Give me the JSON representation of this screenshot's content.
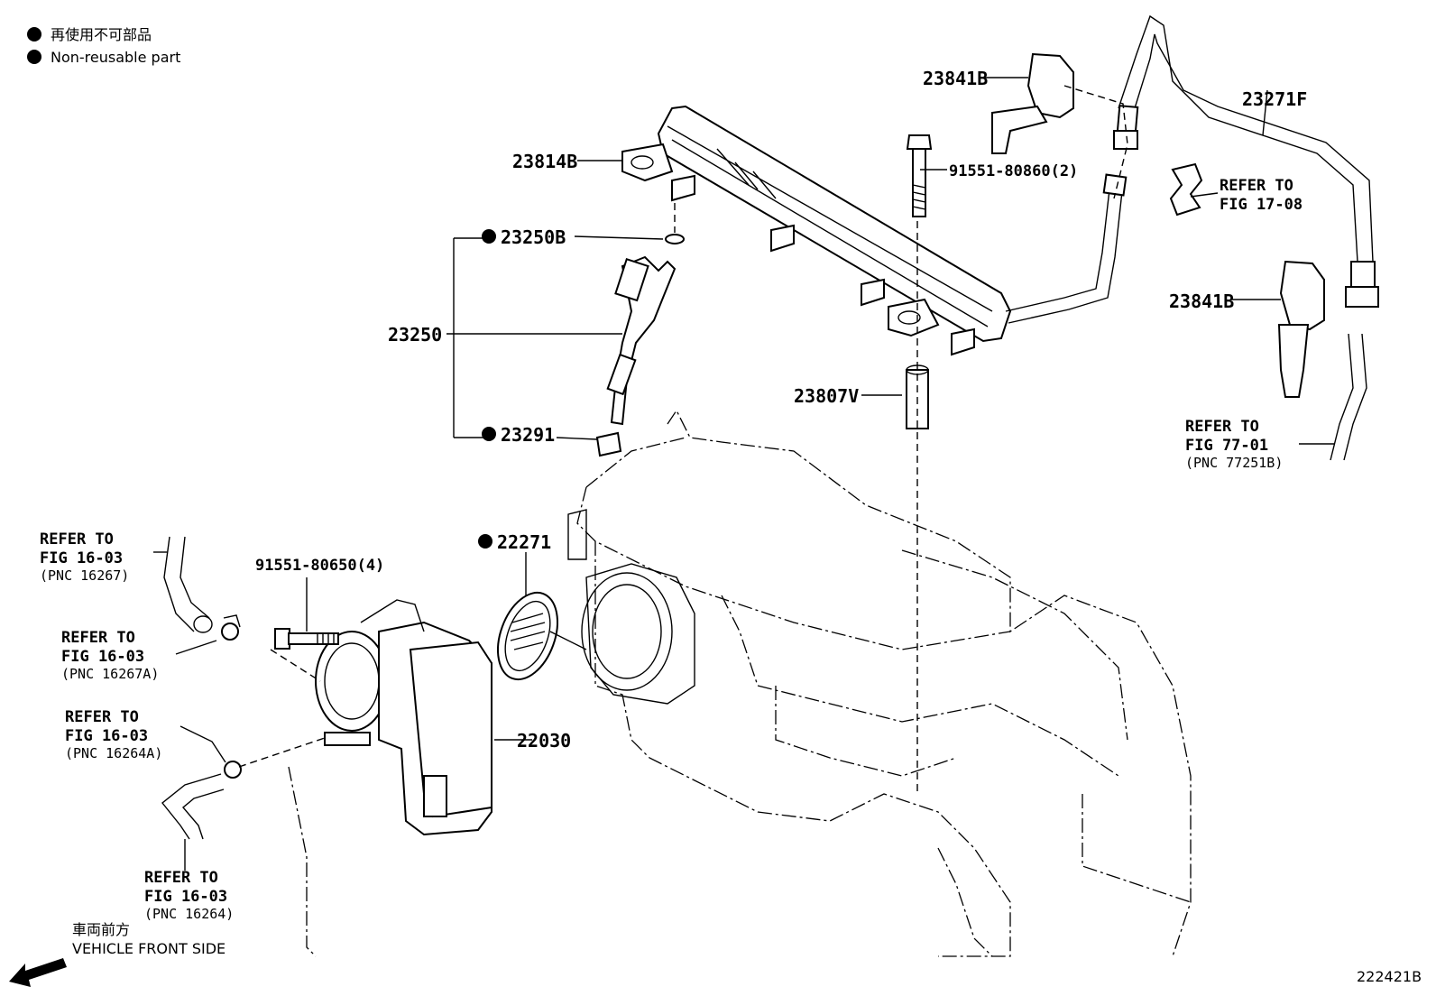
{
  "legend": {
    "japanese": "再使用不可部品",
    "english": "Non-reusable part"
  },
  "parts": {
    "p23841B_top": "23841B",
    "p23271F": "23271F",
    "p23814B": "23814B",
    "p91551_80860": "91551-80860(2)",
    "p23250B": "23250B",
    "p23250": "23250",
    "p23291": "23291",
    "p23841B_right": "23841B",
    "p23807V": "23807V",
    "p22271": "22271",
    "p91551_80650": "91551-80650(4)",
    "p22030": "22030"
  },
  "refs": {
    "fig17_08": {
      "l1": "REFER TO",
      "l2": "FIG 17-08"
    },
    "fig77_01": {
      "l1": "REFER TO",
      "l2": "FIG 77-01",
      "l3": "(PNC 77251B)"
    },
    "fig16_03_a": {
      "l1": "REFER TO",
      "l2": "FIG 16-03",
      "l3": "(PNC 16267)"
    },
    "fig16_03_b": {
      "l1": "REFER TO",
      "l2": "FIG 16-03",
      "l3": "(PNC 16267A)"
    },
    "fig16_03_c": {
      "l1": "REFER TO",
      "l2": "FIG 16-03",
      "l3": "(PNC 16264A)"
    },
    "fig16_03_d": {
      "l1": "REFER TO",
      "l2": "FIG 16-03",
      "l3": "(PNC 16264)"
    }
  },
  "front": {
    "japanese": "車両前方",
    "english": "VEHICLE FRONT SIDE"
  },
  "figure_id": "222421B"
}
